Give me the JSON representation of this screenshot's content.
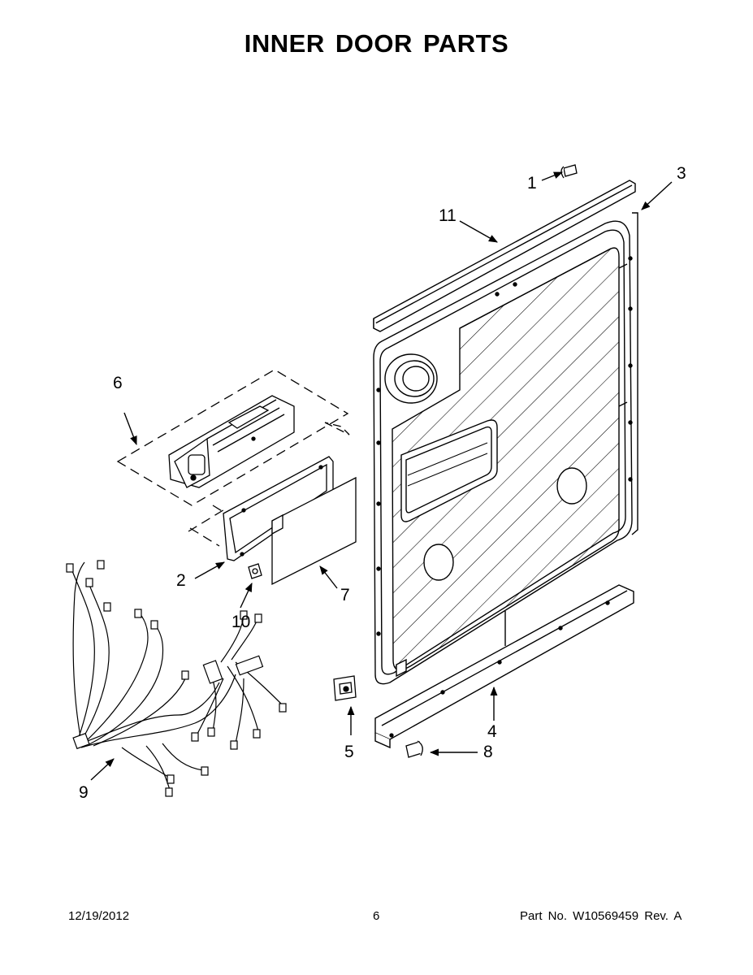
{
  "title": "INNER DOOR PARTS",
  "callouts": {
    "c1": "1",
    "c2": "2",
    "c3": "3",
    "c4": "4",
    "c5": "5",
    "c6": "6",
    "c7": "7",
    "c8": "8",
    "c9": "9",
    "c10": "10",
    "c11": "11"
  },
  "footer": {
    "date": "12/19/2012",
    "page": "6",
    "part": "Part No.  W10569459  Rev.  A"
  }
}
